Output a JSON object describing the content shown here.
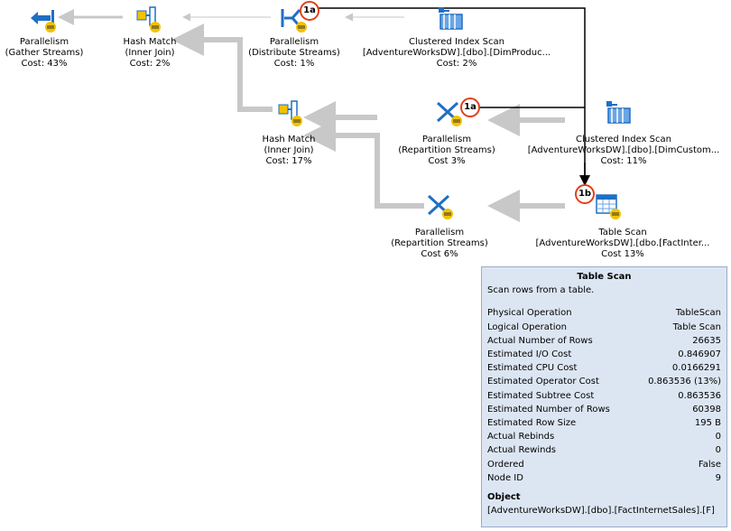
{
  "nodes": {
    "gather": {
      "name": "Parallelism",
      "detail": "(Gather Streams)",
      "cost": "Cost: 43%",
      "icon": "parallelism-icon"
    },
    "hash1": {
      "name": "Hash Match",
      "detail": "(Inner Join)",
      "cost": "Cost: 2%",
      "icon": "hash-match-icon"
    },
    "distribute": {
      "name": "Parallelism",
      "detail": "(Distribute Streams)",
      "cost": "Cost: 1%",
      "icon": "parallelism-icon",
      "badge": "1a"
    },
    "scan_product": {
      "name": "Clustered Index Scan",
      "detail": "[AdventureWorksDW].[dbo].[DimProduc...",
      "cost": "Cost: 2%",
      "icon": "clustered-index-scan-icon"
    },
    "hash2": {
      "name": "Hash Match",
      "detail": "(Inner Join)",
      "cost": "Cost: 17%",
      "icon": "hash-match-icon"
    },
    "repart1": {
      "name": "Parallelism",
      "detail": "(Repartition Streams)",
      "cost": "Cost 3%",
      "icon": "parallelism-icon",
      "badge": "1a"
    },
    "scan_customer": {
      "name": "Clustered Index Scan",
      "detail": "[AdventureWorksDW].[dbo].[DimCustom...",
      "cost": "Cost: 11%",
      "icon": "clustered-index-scan-icon"
    },
    "repart2": {
      "name": "Parallelism",
      "detail": "(Repartition Streams)",
      "cost": "Cost 6%",
      "icon": "parallelism-icon"
    },
    "table_scan": {
      "name": "Table Scan",
      "detail": "[AdventureWorksDW].[dbo.[FactInter...",
      "cost": "Cost 13%",
      "icon": "table-scan-icon",
      "badge": "1b"
    }
  },
  "tooltip": {
    "title": "Table Scan",
    "description": "Scan rows from a table.",
    "properties": [
      {
        "label": "Physical Operation",
        "value": "TableScan"
      },
      {
        "label": "Logical Operation",
        "value": "Table Scan"
      },
      {
        "label": "Actual Number of Rows",
        "value": "26635"
      },
      {
        "label": "Estimated I/O Cost",
        "value": "0.846907"
      },
      {
        "label": "Estimated CPU Cost",
        "value": "0.0166291"
      },
      {
        "label": "Estimated Operator Cost",
        "value": "0.863536 (13%)"
      },
      {
        "label": "Estimated Subtree Cost",
        "value": "0.863536"
      },
      {
        "label": "Estimated Number of Rows",
        "value": "60398"
      },
      {
        "label": "Estimated Row Size",
        "value": "195 B"
      },
      {
        "label": "Actual Rebinds",
        "value": "0"
      },
      {
        "label": "Actual Rewinds",
        "value": "0"
      },
      {
        "label": "Ordered",
        "value": "False"
      },
      {
        "label": "Node ID",
        "value": "9"
      }
    ],
    "object_heading": "Object",
    "object_value": "[AdventureWorksDW].[dbo].[FactInternetSales].[F]"
  },
  "colors": {
    "arrow_gray": "#c8c8c8",
    "arrow_light": "#dcdcdc",
    "badge_red": "#e2401b",
    "tooltip_bg": "#dce6f3",
    "icon_blue": "#1f6fc4",
    "icon_yellow": "#f2c200"
  }
}
